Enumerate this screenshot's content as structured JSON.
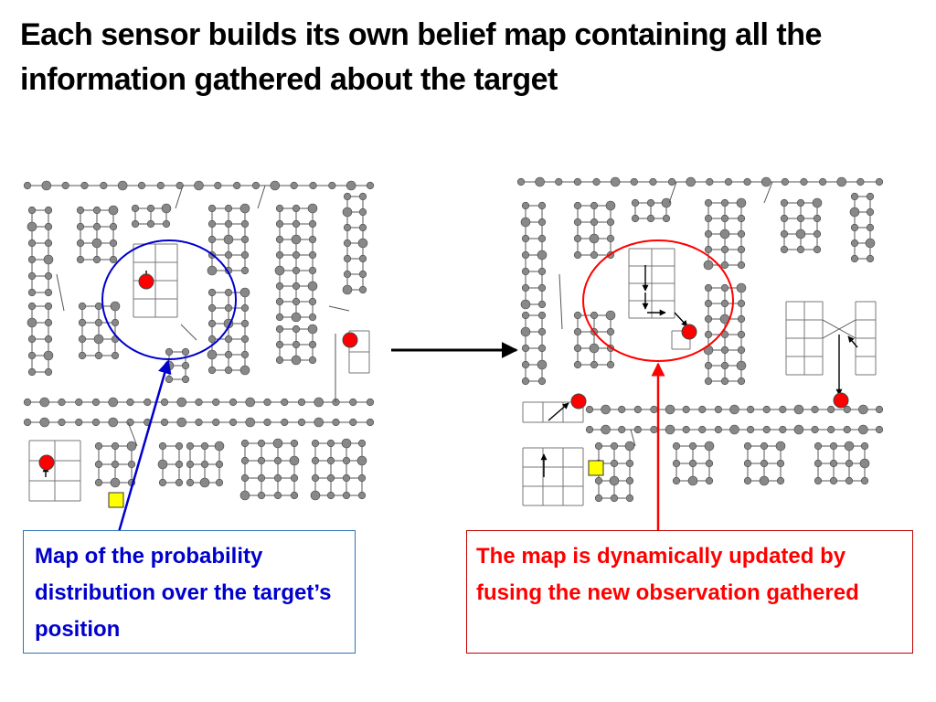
{
  "slide": {
    "title": "Each sensor builds its own belief map containing all the information gathered about the target"
  },
  "callouts": {
    "left": "Map of the probability distribution over the target’s position",
    "right": "The map is dynamically updated by fusing the new observation gathered"
  },
  "colors": {
    "node": "#888888",
    "edge": "#555555",
    "target_marker": "#FF0000",
    "sensor_marker": "#FFFF00",
    "left_highlight": "#0000CC",
    "right_highlight": "#FF0000"
  }
}
